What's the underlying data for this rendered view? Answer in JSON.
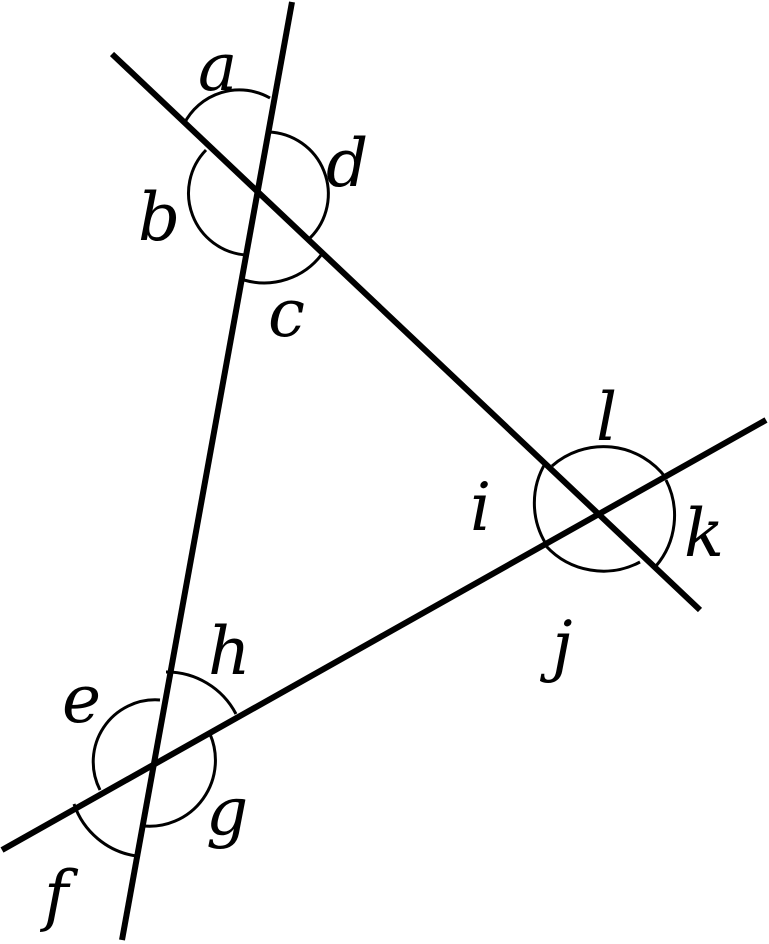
{
  "diagram": {
    "description_type": "angles formed by three intersecting lines",
    "labels": {
      "a": "a",
      "b": "b",
      "c": "c",
      "d": "d",
      "e": "e",
      "f": "f",
      "g": "g",
      "h": "h",
      "i": "i",
      "j": "j",
      "k": "k",
      "l": "l"
    },
    "colors": {
      "stroke": "#000000",
      "background": "#ffffff"
    }
  }
}
